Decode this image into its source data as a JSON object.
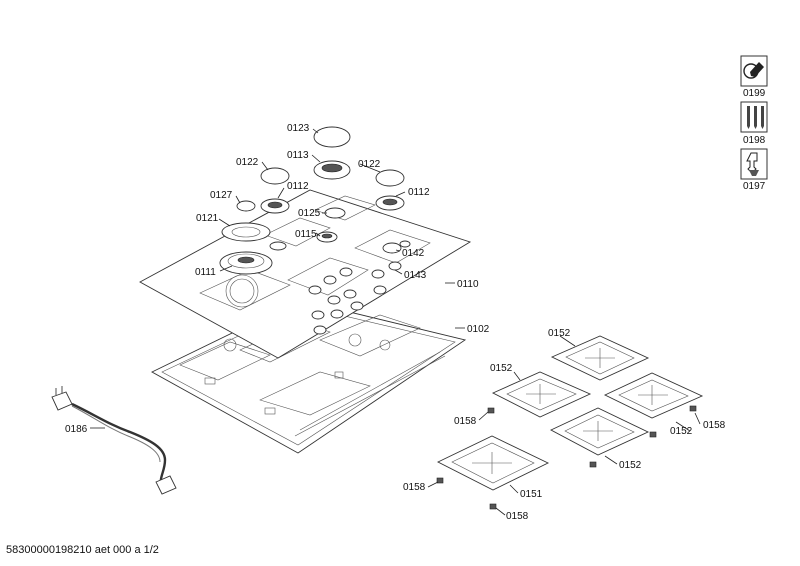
{
  "footer": {
    "document_id": "58300000198210 aet 000 a 1/2"
  },
  "labels": {
    "l0123": "0123",
    "l0113": "0113",
    "l0122a": "0122",
    "l0122b": "0122",
    "l0112a": "0112",
    "l0112b": "0112",
    "l0127": "0127",
    "l0125": "0125",
    "l0121": "0121",
    "l0115": "0115",
    "l0142": "0142",
    "l0143": "0143",
    "l0111": "0111",
    "l0110": "0110",
    "l0102": "0102",
    "l0186": "0186",
    "l0152a": "0152",
    "l0152b": "0152",
    "l0152c": "0152",
    "l0152d": "0152",
    "l0158a": "0158",
    "l0158b": "0158",
    "l0158c": "0158",
    "l0158d": "0158",
    "l0151": "0151"
  },
  "icons": [
    {
      "label": "0199",
      "name": "service-tool-icon"
    },
    {
      "label": "0198",
      "name": "screws-icon"
    },
    {
      "label": "0197",
      "name": "nozzle-icon"
    }
  ]
}
